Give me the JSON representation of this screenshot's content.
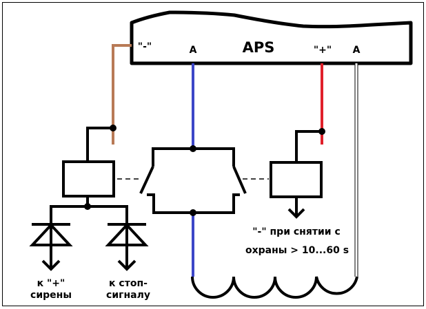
{
  "diagram": {
    "device": {
      "title": "APS",
      "terminal_minus": "\"-\"",
      "terminal_a_left": "A",
      "terminal_plus": "\"+\"",
      "terminal_a_right": "A"
    },
    "labels": {
      "siren_line1": "к \"+\"",
      "siren_line2": "сирены",
      "brake_line1": "к стоп-",
      "brake_line2": "сигналу",
      "disarm_line1": "\"-\" при снятии с",
      "disarm_line2": "охраны > 10...60 s"
    },
    "wire_colors": {
      "minus": "#b87a56",
      "a_wire": "#3c46c8",
      "plus": "#e0202a",
      "outline": "#000000"
    }
  }
}
